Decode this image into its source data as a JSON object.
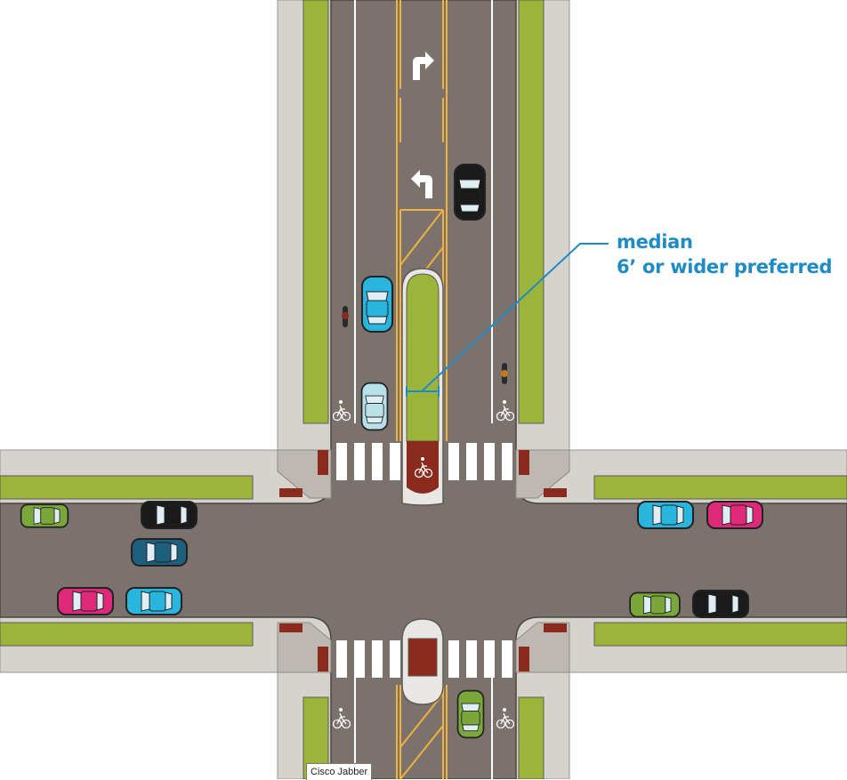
{
  "annotation": {
    "line1": "median",
    "line2": "6’ or wider preferred",
    "color": "#1f8bc4"
  },
  "tooltip": {
    "text": "Cisco Jabber"
  },
  "colors": {
    "road": "#7b716d",
    "sidewalk": "#d6d2ce",
    "planting": "#9cb43a",
    "lane_line_yellow": "#f0b23c",
    "lane_line_white": "#ffffff",
    "red_brick": "#8b2b1d"
  },
  "icons": [
    "right-turn-arrow-icon",
    "left-turn-arrow-icon",
    "bike-lane-symbol-icon",
    "car-icon",
    "cyclist-icon"
  ]
}
